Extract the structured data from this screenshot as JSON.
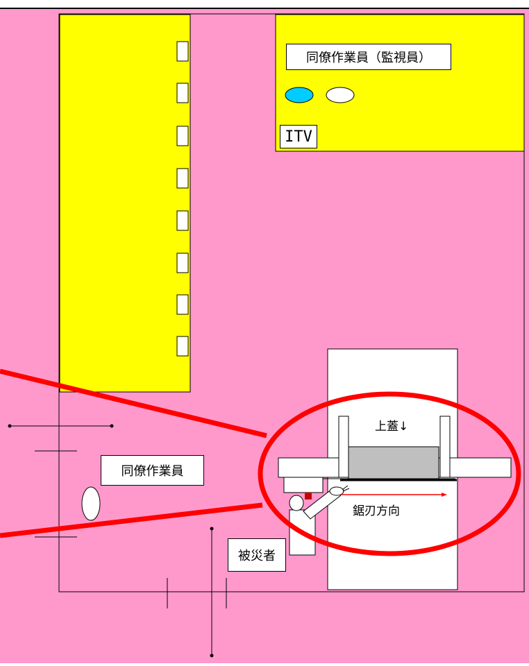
{
  "labels": {
    "coworker_monitor": "同僚作業員（監視員）",
    "itv": "ITV",
    "coworker": "同僚作業員",
    "upper_lid": "上蓋↓",
    "saw_blade_direction": "鋸刃方向",
    "victim": "被災者"
  },
  "colors": {
    "floor": "#ff99cc",
    "yellow_area": "#ffff00",
    "highlight_circle": "#ff0000",
    "saw_table": "#ffffff",
    "workpiece": "#bfbfbf",
    "cyan_oval": "#00ccff",
    "red_marker": "#cc0000",
    "lines": "#000000"
  }
}
